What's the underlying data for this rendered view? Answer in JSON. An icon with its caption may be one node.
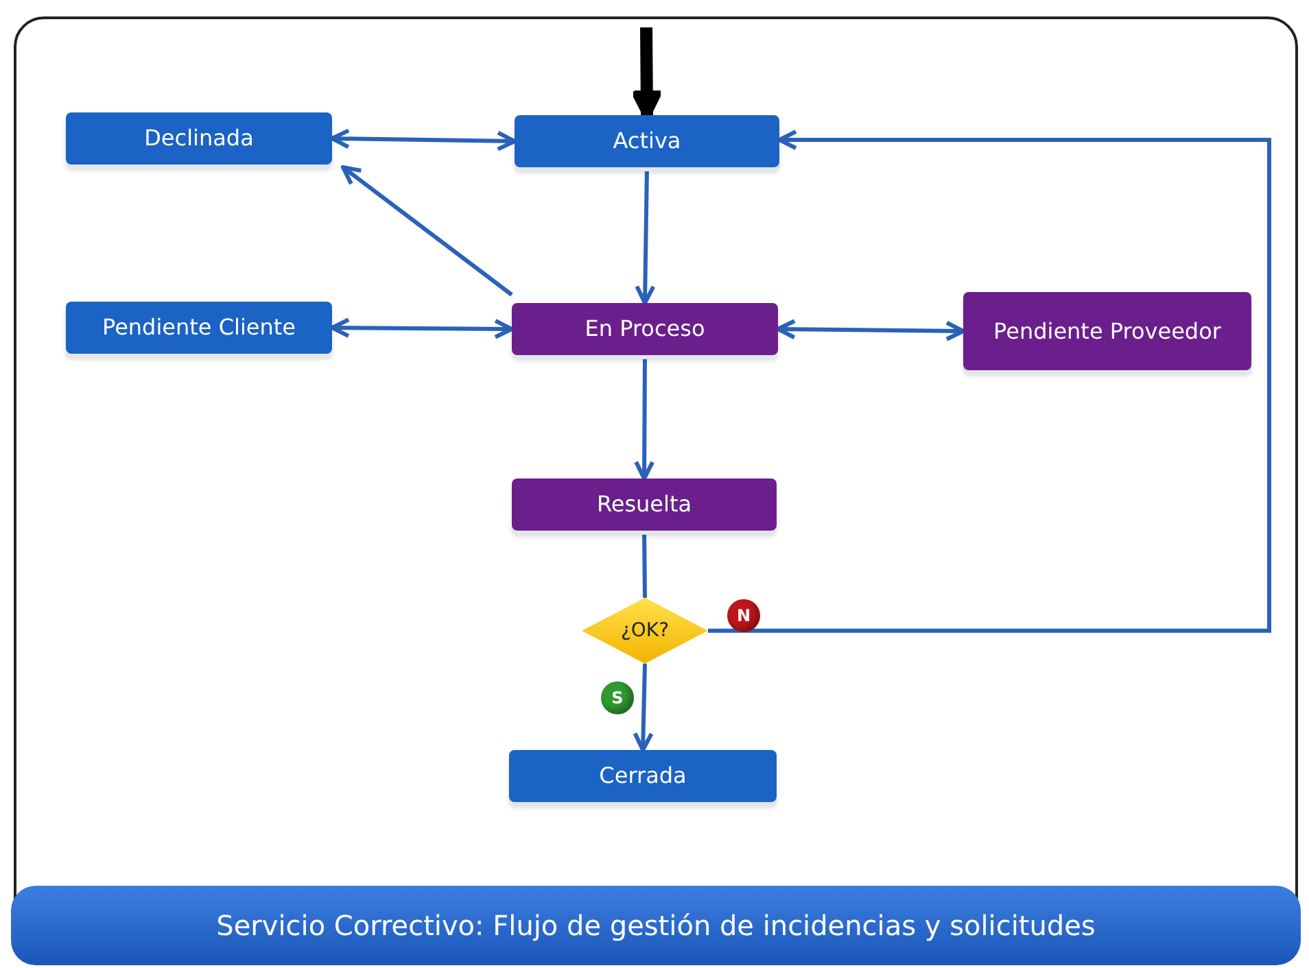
{
  "diagram": {
    "caption": "Servicio Correctivo: Flujo de gestión de incidencias y solicitudes",
    "nodes": [
      {
        "text": [
          "Declinada"
        ]
      },
      {
        "text": [
          "Activa"
        ]
      },
      {
        "text": [
          "Pendiente Cliente"
        ]
      },
      {
        "text": [
          "En Proceso"
        ]
      },
      {
        "text": [
          "Pendiente Proveedor"
        ]
      },
      {
        "text": [
          "Resuelta"
        ]
      },
      {
        "text": [
          "¿OK?"
        ]
      },
      {
        "text": [
          "Cerrada"
        ]
      }
    ],
    "edges": [
      {
        "from": null,
        "to": 1,
        "arrow": "to",
        "style": "thick",
        "color": "#000000"
      },
      {
        "from": 0,
        "to": 1,
        "arrow": "both"
      },
      {
        "from": 1,
        "to": 3,
        "arrow": "to"
      },
      {
        "from": 3,
        "to": 0,
        "arrow": "to"
      },
      {
        "from": 2,
        "to": 3,
        "arrow": "both"
      },
      {
        "from": 3,
        "to": 4,
        "arrow": "both"
      },
      {
        "from": 3,
        "to": 5,
        "arrow": "to"
      },
      {
        "from": 5,
        "to": 6,
        "arrow": "none"
      },
      {
        "from": 6,
        "to": 1,
        "arrow": "to",
        "label": "N"
      },
      {
        "from": 6,
        "to": 7,
        "arrow": "to",
        "label": "S"
      }
    ]
  }
}
